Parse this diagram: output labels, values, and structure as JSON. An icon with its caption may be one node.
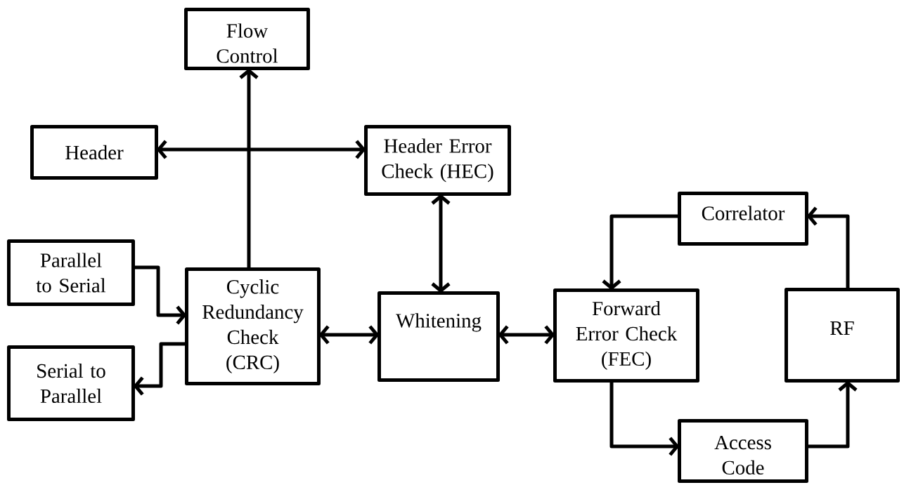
{
  "diagram": {
    "nodes": [
      {
        "text": [
          "Flow Control"
        ]
      },
      {
        "text": [
          "Header"
        ]
      },
      {
        "text": [
          "Header Error Check (HEC)"
        ]
      },
      {
        "text": [
          "Parallel to Serial"
        ]
      },
      {
        "text": [
          "Cyclic Redundancy Check (CRC)"
        ]
      },
      {
        "text": [
          "Serial to Parallel"
        ]
      },
      {
        "text": [
          "Whitening"
        ]
      },
      {
        "text": [
          "Correlator"
        ]
      },
      {
        "text": [
          "Forward Error Check (FEC)"
        ]
      },
      {
        "text": [
          "RF"
        ]
      },
      {
        "text": [
          "Access Code"
        ]
      }
    ],
    "edges": [
      {
        "from": 4,
        "to": 0,
        "arrow": "to"
      },
      {
        "from": 1,
        "to": 2,
        "arrow": "both"
      },
      {
        "from": 2,
        "to": 6,
        "arrow": "both"
      },
      {
        "from": 3,
        "to": 4,
        "arrow": "to"
      },
      {
        "from": 4,
        "to": 5,
        "arrow": "to"
      },
      {
        "from": 4,
        "to": 6,
        "arrow": "both"
      },
      {
        "from": 6,
        "to": 8,
        "arrow": "both"
      },
      {
        "from": 7,
        "to": 8,
        "arrow": "to"
      },
      {
        "from": 8,
        "to": 10,
        "arrow": "to"
      },
      {
        "from": 10,
        "to": 9,
        "arrow": "to"
      },
      {
        "from": 9,
        "to": 7,
        "arrow": "to"
      }
    ]
  }
}
